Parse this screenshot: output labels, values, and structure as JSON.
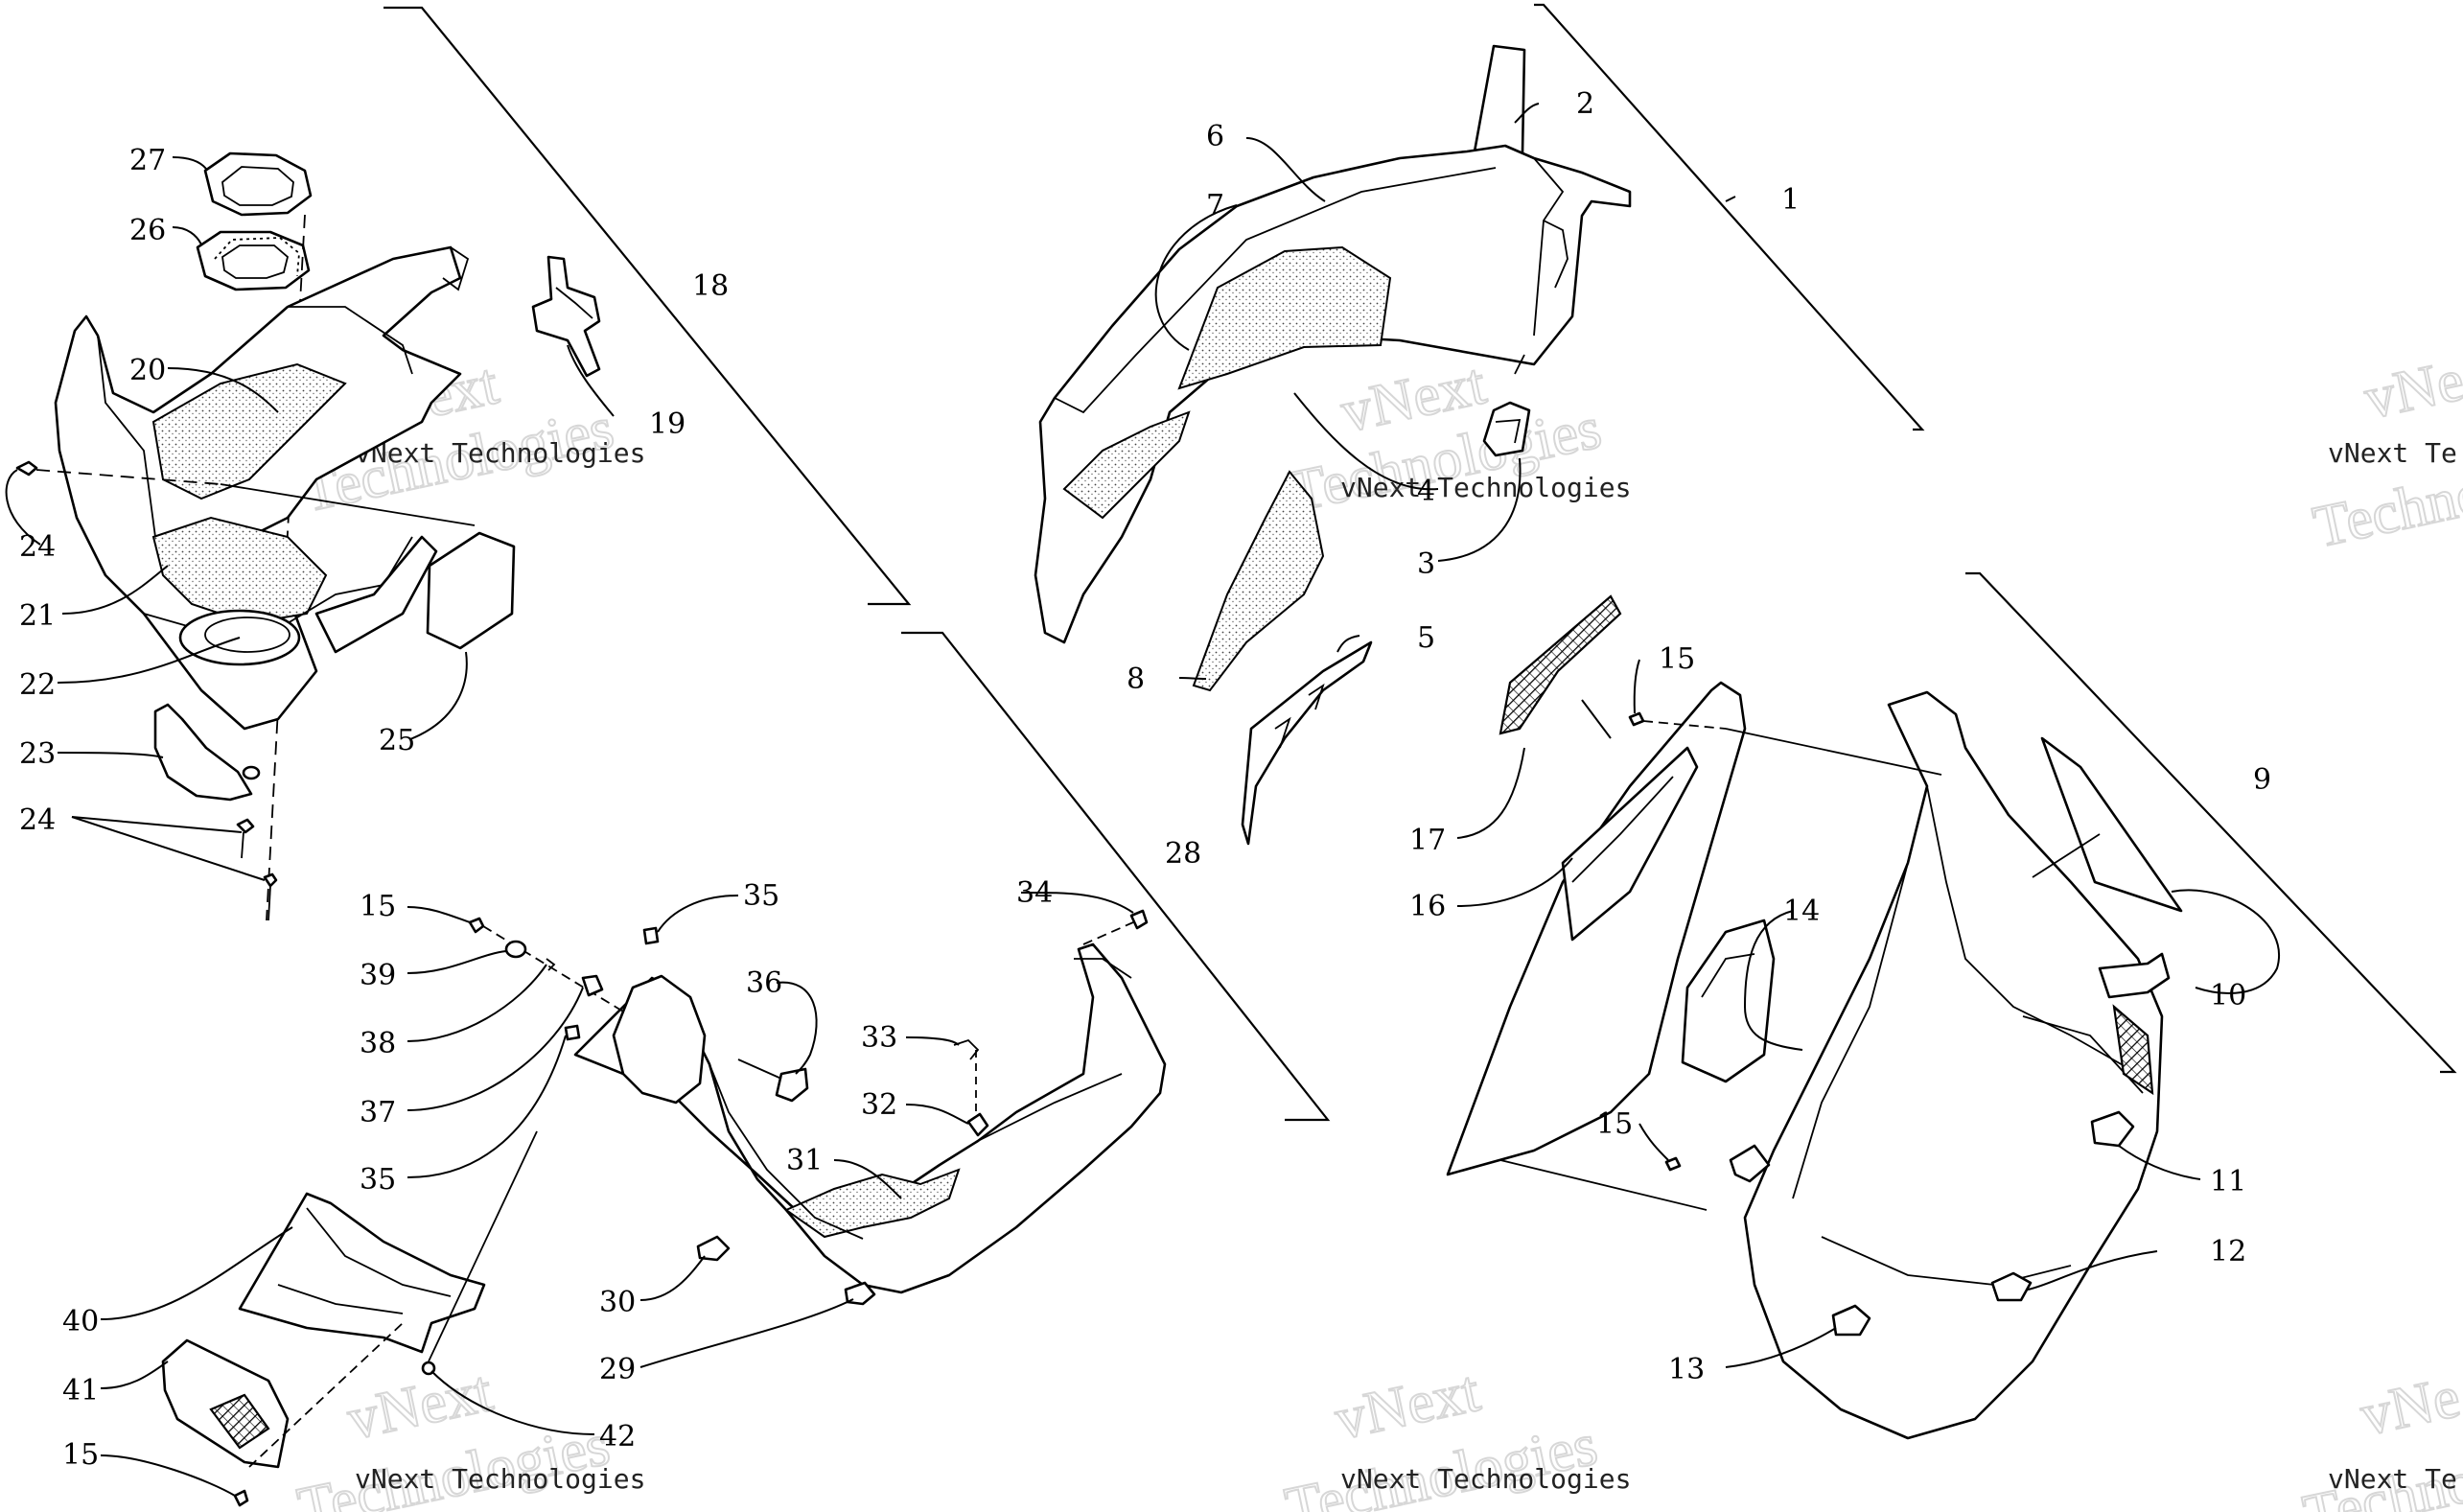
{
  "watermark": {
    "company": "vNext Technologies",
    "big_line1": "vNext",
    "big_line2": "Technologies",
    "small_line": "vNext Technologies",
    "partial_big1": "vNe",
    "partial_small": "vNext Te",
    "partial_big2": "Techno"
  },
  "callouts": [
    {
      "id": "1",
      "label": "1"
    },
    {
      "id": "2",
      "label": "2"
    },
    {
      "id": "3",
      "label": "3"
    },
    {
      "id": "4",
      "label": "4"
    },
    {
      "id": "5",
      "label": "5"
    },
    {
      "id": "6",
      "label": "6"
    },
    {
      "id": "7",
      "label": "7"
    },
    {
      "id": "8",
      "label": "8"
    },
    {
      "id": "9",
      "label": "9"
    },
    {
      "id": "10",
      "label": "10"
    },
    {
      "id": "11",
      "label": "11"
    },
    {
      "id": "12",
      "label": "12"
    },
    {
      "id": "13",
      "label": "13"
    },
    {
      "id": "14",
      "label": "14"
    },
    {
      "id": "15a",
      "label": "15"
    },
    {
      "id": "15b",
      "label": "15"
    },
    {
      "id": "15c",
      "label": "15"
    },
    {
      "id": "15d",
      "label": "15"
    },
    {
      "id": "16",
      "label": "16"
    },
    {
      "id": "17",
      "label": "17"
    },
    {
      "id": "18",
      "label": "18"
    },
    {
      "id": "19",
      "label": "19"
    },
    {
      "id": "20",
      "label": "20"
    },
    {
      "id": "21",
      "label": "21"
    },
    {
      "id": "22",
      "label": "22"
    },
    {
      "id": "23",
      "label": "23"
    },
    {
      "id": "24a",
      "label": "24"
    },
    {
      "id": "24b",
      "label": "24"
    },
    {
      "id": "25",
      "label": "25"
    },
    {
      "id": "26",
      "label": "26"
    },
    {
      "id": "27",
      "label": "27"
    },
    {
      "id": "28",
      "label": "28"
    },
    {
      "id": "29",
      "label": "29"
    },
    {
      "id": "30",
      "label": "30"
    },
    {
      "id": "31",
      "label": "31"
    },
    {
      "id": "32",
      "label": "32"
    },
    {
      "id": "33",
      "label": "33"
    },
    {
      "id": "34",
      "label": "34"
    },
    {
      "id": "35a",
      "label": "35"
    },
    {
      "id": "35b",
      "label": "35"
    },
    {
      "id": "36",
      "label": "36"
    },
    {
      "id": "37",
      "label": "37"
    },
    {
      "id": "38",
      "label": "38"
    },
    {
      "id": "39",
      "label": "39"
    },
    {
      "id": "40",
      "label": "40"
    },
    {
      "id": "41",
      "label": "41"
    },
    {
      "id": "42",
      "label": "42"
    }
  ]
}
